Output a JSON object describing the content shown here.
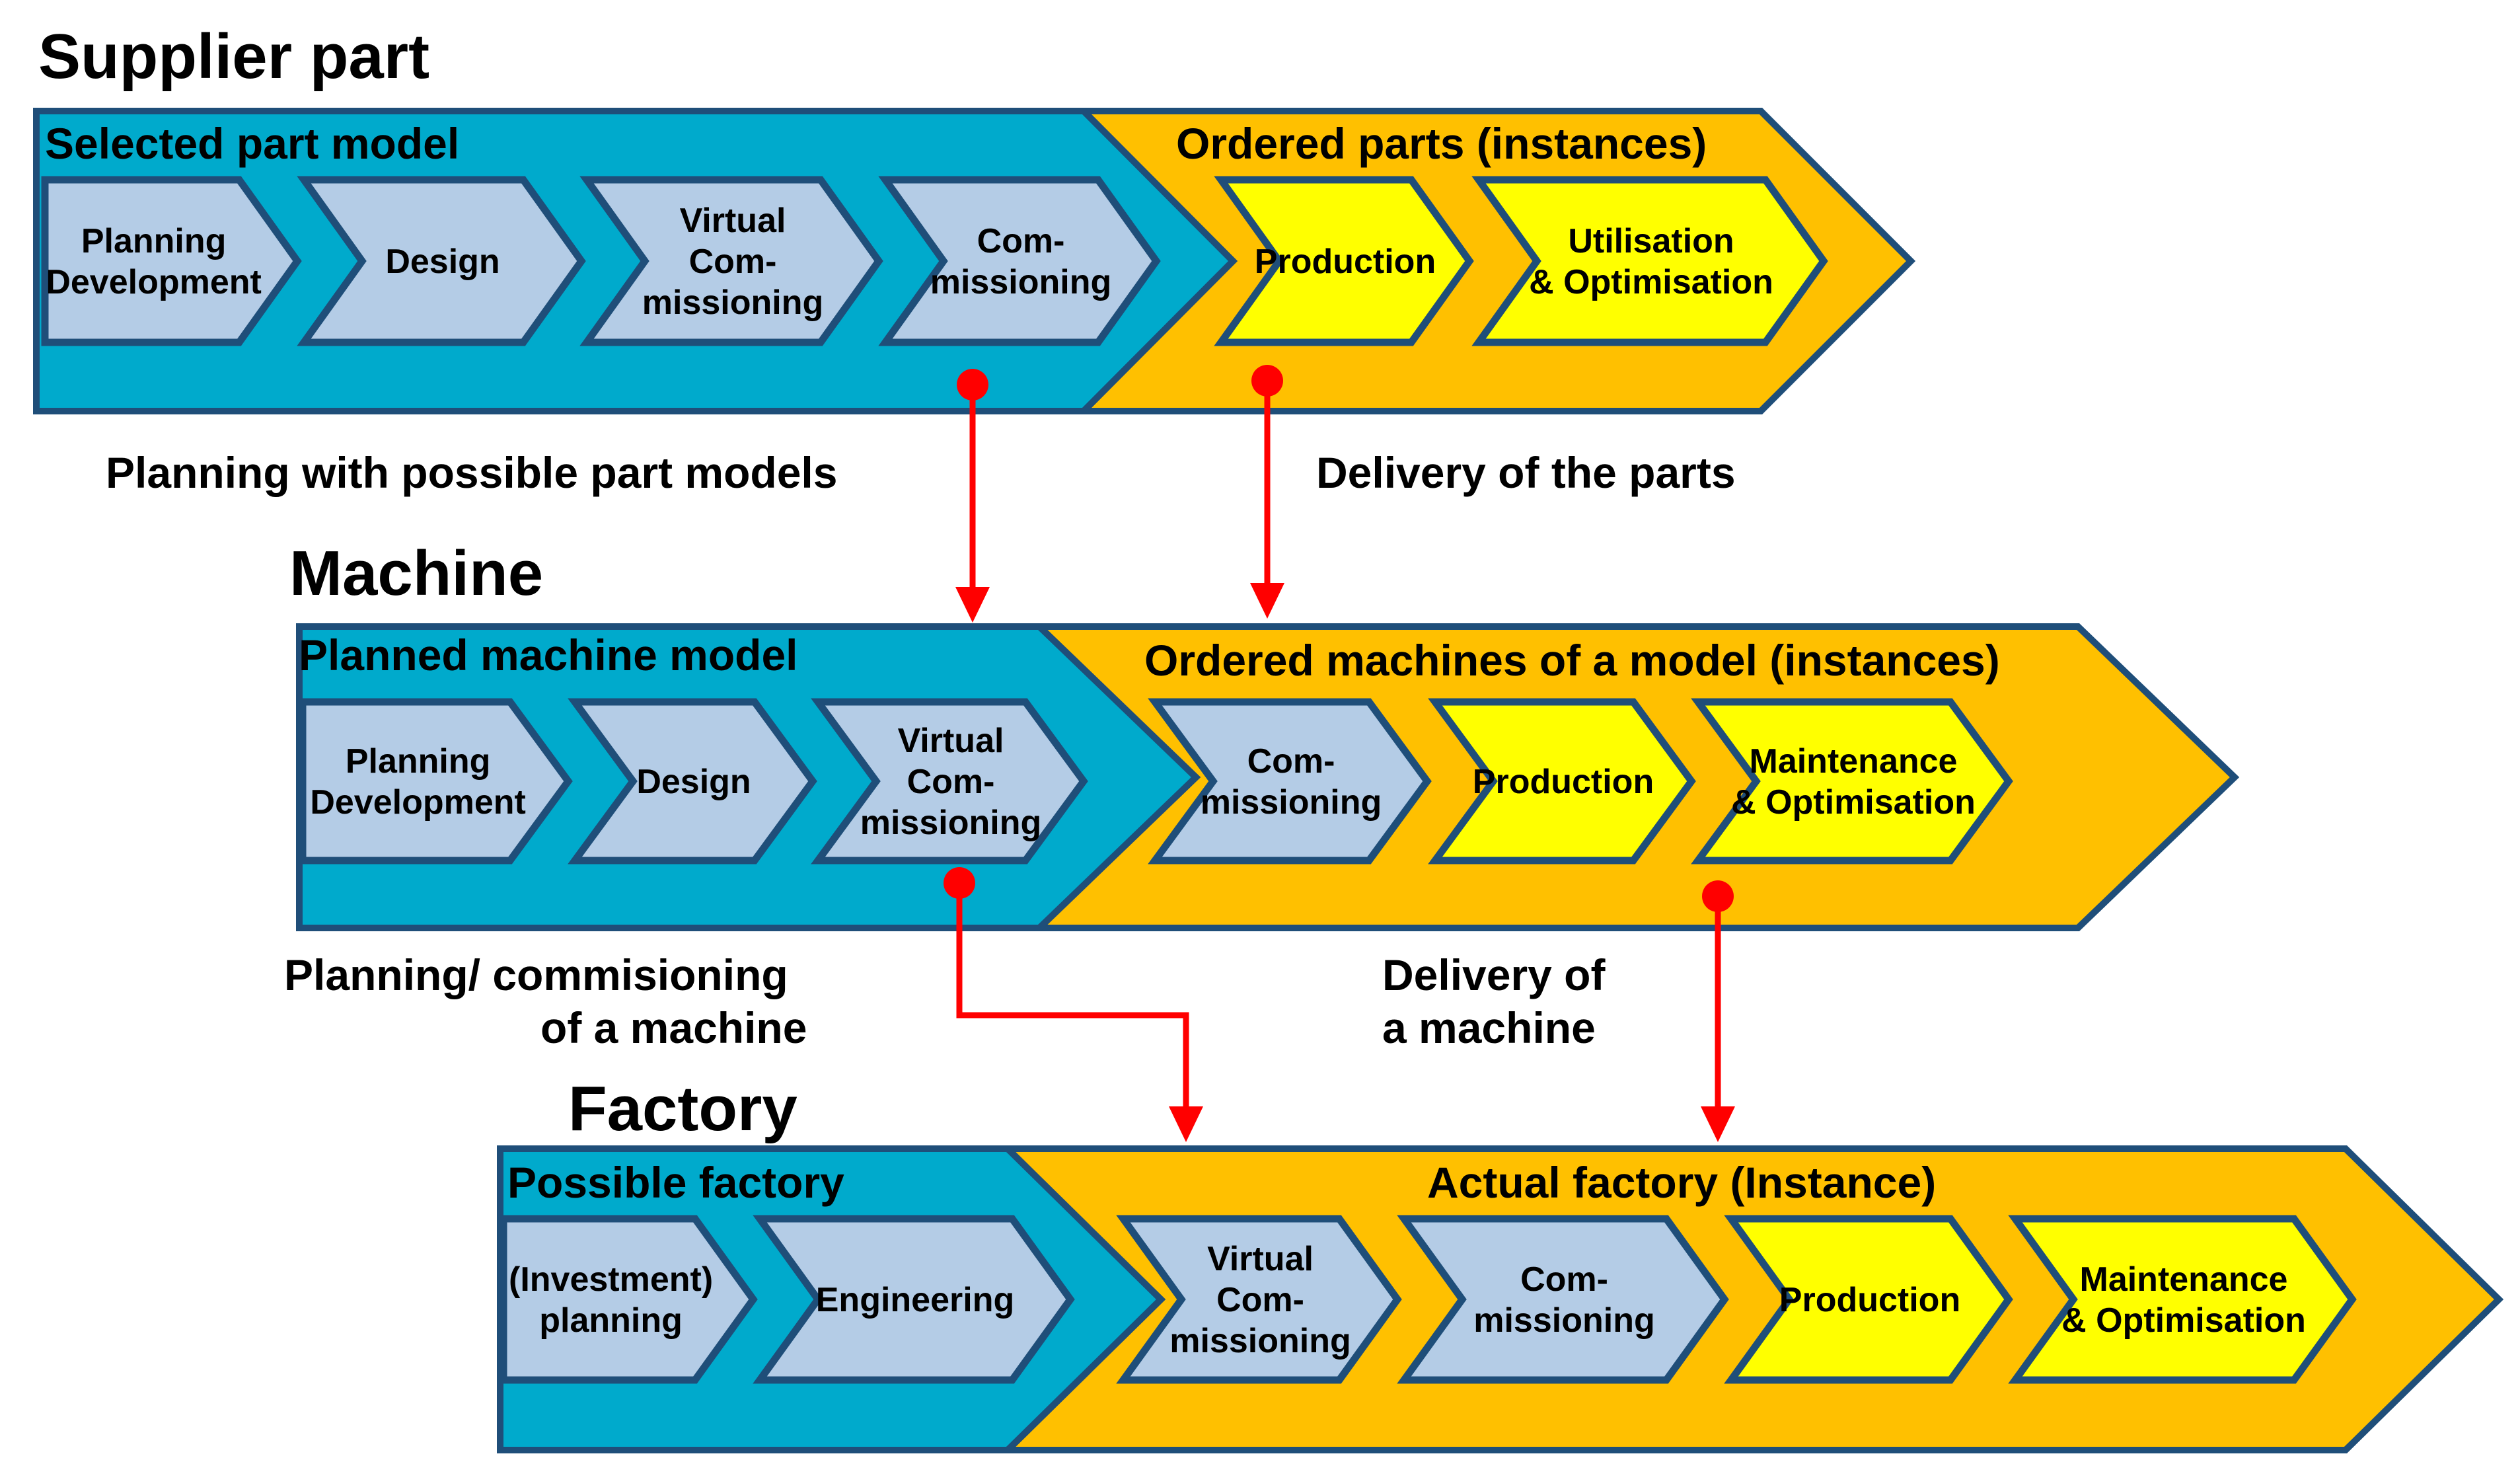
{
  "colors": {
    "teal": "#00AACC",
    "orange": "#FFC000",
    "light_blue": "#B4CCE6",
    "yellow": "#FFFF00",
    "border": "#1F4E79",
    "arrow": "#FF0000"
  },
  "supplier": {
    "title": "Supplier part",
    "model_header": "Selected part model",
    "instance_header": "Ordered parts (instances)",
    "steps": [
      {
        "lines": [
          "Planning",
          "Development"
        ]
      },
      {
        "lines": [
          "Design"
        ]
      },
      {
        "lines": [
          "Virtual",
          "Com-",
          "missioning"
        ]
      },
      {
        "lines": [
          "Com-",
          "missioning"
        ]
      },
      {
        "lines": [
          "Production"
        ]
      },
      {
        "lines": [
          "Utilisation",
          "& Optimisation"
        ]
      }
    ]
  },
  "machine": {
    "title": "Machine",
    "model_header": "Planned machine model",
    "instance_header": "Ordered machines of a model (instances)",
    "steps": [
      {
        "lines": [
          "Planning",
          "Development"
        ]
      },
      {
        "lines": [
          "Design"
        ]
      },
      {
        "lines": [
          "Virtual",
          "Com-",
          "missioning"
        ]
      },
      {
        "lines": [
          "Com-",
          "missioning"
        ]
      },
      {
        "lines": [
          "Production"
        ]
      },
      {
        "lines": [
          "Maintenance",
          "& Optimisation"
        ]
      }
    ]
  },
  "factory": {
    "title": "Factory",
    "model_header": "Possible factory",
    "instance_header": "Actual factory (Instance)",
    "steps": [
      {
        "lines": [
          "(Investment)",
          "planning"
        ]
      },
      {
        "lines": [
          "Engineering"
        ]
      },
      {
        "lines": [
          "Virtual",
          "Com-",
          "missioning"
        ]
      },
      {
        "lines": [
          "Com-",
          "missioning"
        ]
      },
      {
        "lines": [
          "Production"
        ]
      },
      {
        "lines": [
          "Maintenance",
          "& Optimisation"
        ]
      }
    ]
  },
  "captions": {
    "planning_parts": "Planning with possible part models",
    "delivery_parts": "Delivery of the parts",
    "planning_machine_1": "Planning/ commisioning",
    "planning_machine_2": "of a machine",
    "delivery_machine_1": "Delivery of",
    "delivery_machine_2": "a machine"
  }
}
